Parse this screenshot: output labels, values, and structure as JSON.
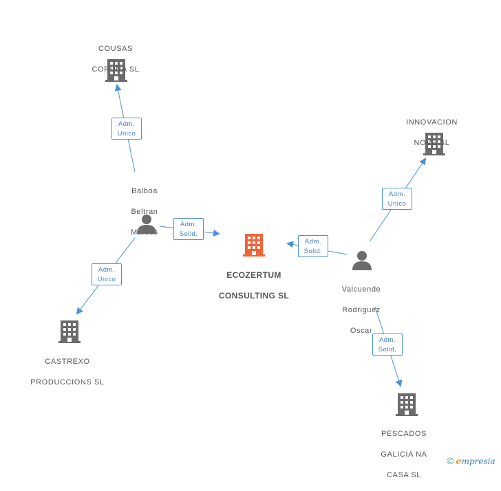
{
  "colors": {
    "edge": "#4a90d9",
    "company": "#6b6b6b",
    "center": "#f0643a",
    "person": "#6b6b6b"
  },
  "nodes": {
    "center": {
      "lines": [
        "ECOZERTUM",
        "CONSULTING SL"
      ]
    },
    "cousas": {
      "lines": [
        "COUSAS",
        "CORUÑA SL"
      ]
    },
    "innovacion": {
      "lines": [
        "INNOVACION",
        "NOVE SL"
      ]
    },
    "castrexo": {
      "lines": [
        "CASTREXO",
        "PRODUCCIONS SL"
      ]
    },
    "pescados": {
      "lines": [
        "PESCADOS",
        "GALICIA NA",
        "CASA SL"
      ]
    },
    "balboa": {
      "lines": [
        "Balboa",
        "Beltran",
        "Marcos"
      ]
    },
    "valcuende": {
      "lines": [
        "Valcuende",
        "Rodriguez",
        "Oscar"
      ]
    }
  },
  "edges": {
    "balboa_cousas": {
      "l1": "Adm.",
      "l2": "Unico"
    },
    "balboa_center": {
      "l1": "Adm.",
      "l2": "Solid."
    },
    "balboa_castrexo": {
      "l1": "Adm.",
      "l2": "Unico"
    },
    "valcuende_center": {
      "l1": "Adm.",
      "l2": "Solid."
    },
    "valcuende_innovacion": {
      "l1": "Adm.",
      "l2": "Unico"
    },
    "valcuende_pescados": {
      "l1": "Adm.",
      "l2": "Solid."
    }
  },
  "brand": {
    "copyright": "©",
    "e": "e",
    "rest": "mpresia"
  }
}
